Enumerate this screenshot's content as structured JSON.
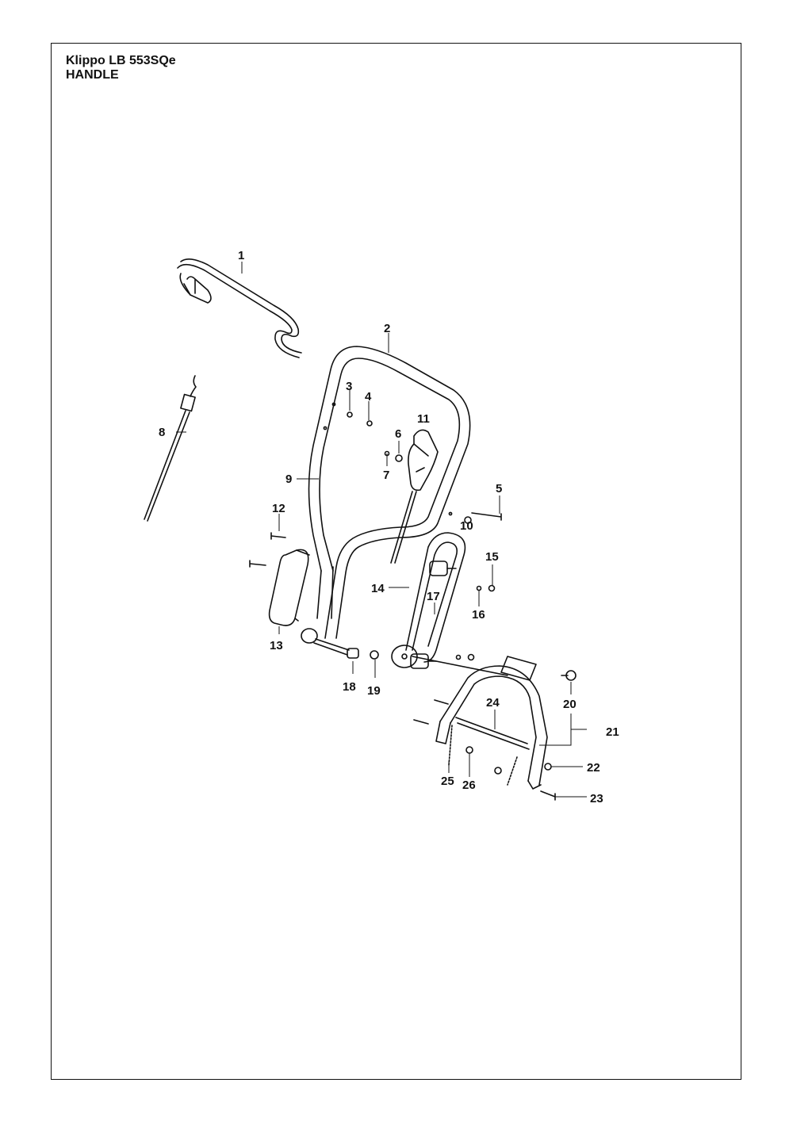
{
  "page": {
    "model": "Klippo LB 553SQe",
    "section": "HANDLE"
  },
  "callouts": [
    "1",
    "2",
    "3",
    "4",
    "5",
    "6",
    "7",
    "8",
    "9",
    "10",
    "11",
    "12",
    "13",
    "14",
    "15",
    "16",
    "17",
    "18",
    "19",
    "20",
    "21",
    "22",
    "23",
    "24",
    "25",
    "26"
  ]
}
